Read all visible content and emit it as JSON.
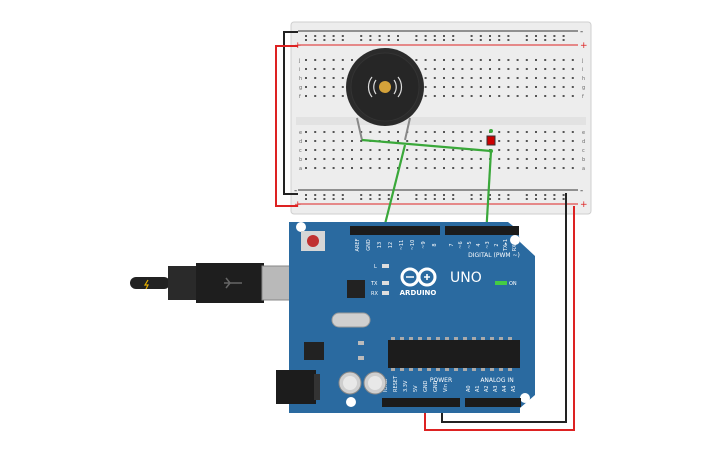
{
  "breadboard": {
    "rail_neg": "-",
    "rail_pos": "+",
    "row_letters_top": [
      "j",
      "i",
      "h",
      "g",
      "f"
    ],
    "row_letters_bottom": [
      "e",
      "d",
      "c",
      "b",
      "a"
    ],
    "column_count": 30
  },
  "arduino": {
    "logo_text": "ARDUINO",
    "model": "UNO",
    "digital_label": "DIGITAL (PWM ~)",
    "power_label": "POWER",
    "analog_label": "ANALOG IN",
    "on_label": "ON",
    "l_label": "L",
    "tx_label": "TX",
    "rx_label": "RX",
    "digital_pins": [
      "AREF",
      "GND",
      "13",
      "12",
      "~11",
      "~10",
      "~9",
      "8",
      "7",
      "~6",
      "~5",
      "4",
      "~3",
      "2",
      "TX▸1",
      "RX◂0"
    ],
    "power_pins": [
      "IOREF",
      "RESET",
      "3.3V",
      "5V",
      "GND",
      "GND",
      "Vin"
    ],
    "analog_pins": [
      "A0",
      "A1",
      "A2",
      "A3",
      "A4",
      "A5"
    ]
  },
  "colors": {
    "board": "#2a6aa0",
    "breadboard": "#eeeeee",
    "wire_green": "#3aa83a",
    "wire_red": "#d22",
    "wire_black": "#222222",
    "buzzer": "#2a2a2a",
    "buzzer_center": "#d4a23a"
  }
}
